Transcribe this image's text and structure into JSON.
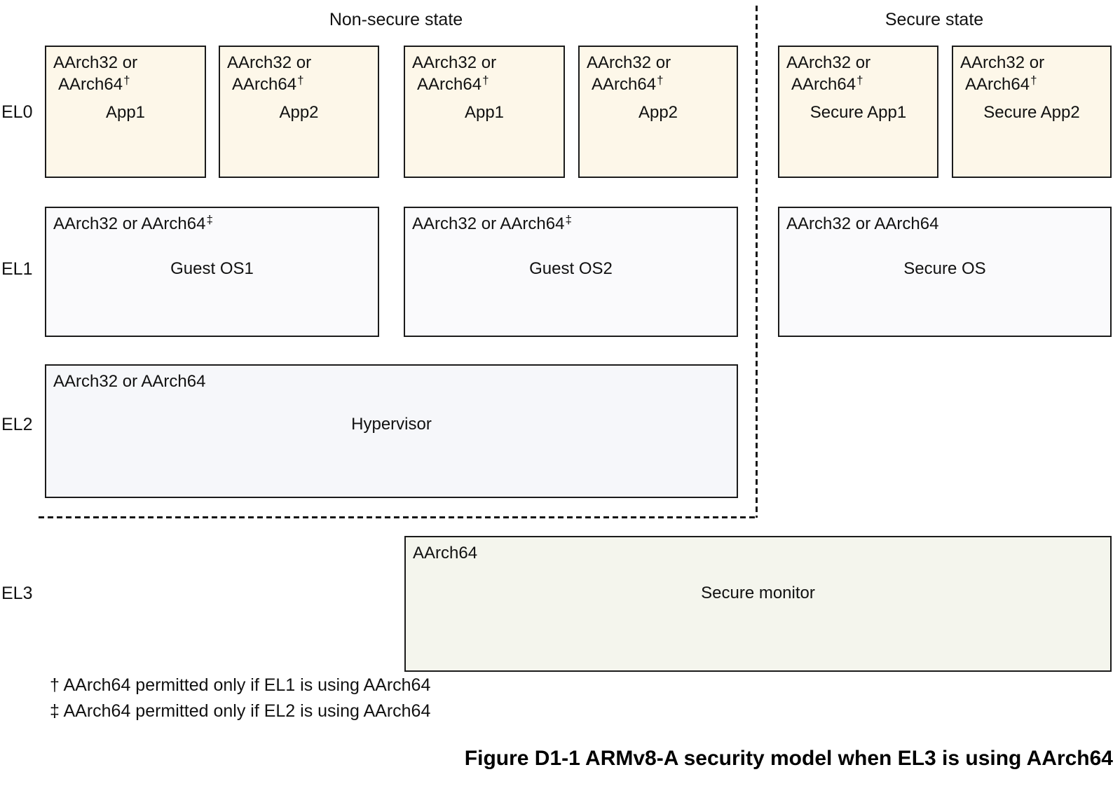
{
  "header": {
    "non_secure_label": "Non-secure state",
    "secure_label": "Secure state"
  },
  "el_labels": {
    "el0": "EL0",
    "el1": "EL1",
    "el2": "EL2",
    "el3": "EL3"
  },
  "el0": {
    "boxes": [
      {
        "arch1": "AArch32 or",
        "arch2": "AArch64",
        "sup": "†",
        "name": "App1"
      },
      {
        "arch1": "AArch32 or",
        "arch2": "AArch64",
        "sup": "†",
        "name": "App2"
      },
      {
        "arch1": "AArch32 or",
        "arch2": "AArch64",
        "sup": "†",
        "name": "App1"
      },
      {
        "arch1": "AArch32 or",
        "arch2": "AArch64",
        "sup": "†",
        "name": "App2"
      },
      {
        "arch1": "AArch32 or",
        "arch2": "AArch64",
        "sup": "†",
        "name": "Secure App1"
      },
      {
        "arch1": "AArch32 or",
        "arch2": "AArch64",
        "sup": "†",
        "name": "Secure App2"
      }
    ]
  },
  "el1": {
    "boxes": [
      {
        "arch": "AArch32 or AArch64",
        "sup": "‡",
        "name": "Guest OS1"
      },
      {
        "arch": "AArch32 or AArch64",
        "sup": "‡",
        "name": "Guest OS2"
      },
      {
        "arch": "AArch32 or AArch64",
        "sup": "",
        "name": "Secure OS"
      }
    ]
  },
  "el2": {
    "box": {
      "arch": "AArch32 or AArch64",
      "name": "Hypervisor"
    }
  },
  "el3": {
    "box": {
      "arch": "AArch64",
      "name": "Secure monitor"
    }
  },
  "footnotes": [
    "† AArch64 permitted only if EL1 is using AArch64",
    "‡ AArch64 permitted only if EL2 is using AArch64"
  ],
  "caption": "Figure D1-1 ARMv8-A security model when EL3 is using AArch64",
  "colors": {
    "el0_fill": "#fdf7e9",
    "el1_fill": "#fafafc",
    "el2_fill": "#f6f7fa",
    "el3_fill": "#f4f5ed",
    "border": "#1b1b1b"
  }
}
